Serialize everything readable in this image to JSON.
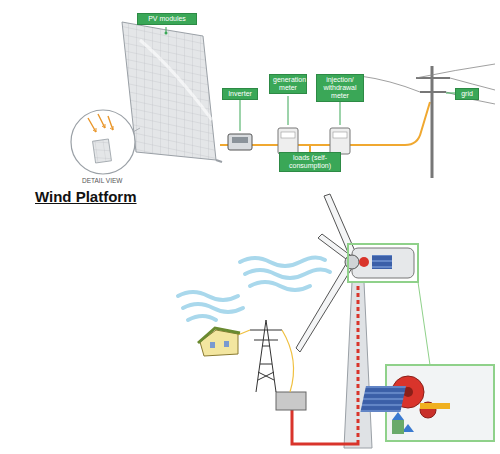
{
  "diagram": {
    "title": "Wind Platform",
    "nodes": [
      {
        "text": [
          "PV modules"
        ]
      },
      {
        "text": [
          "Inverter"
        ]
      },
      {
        "text": [
          "generation meter"
        ]
      },
      {
        "text": [
          "injection/ withdrawal meter"
        ]
      },
      {
        "text": [
          "grid"
        ]
      },
      {
        "text": [
          "loads (self-consumption)"
        ]
      }
    ],
    "labels": [
      "DETAIL VIEW"
    ]
  }
}
